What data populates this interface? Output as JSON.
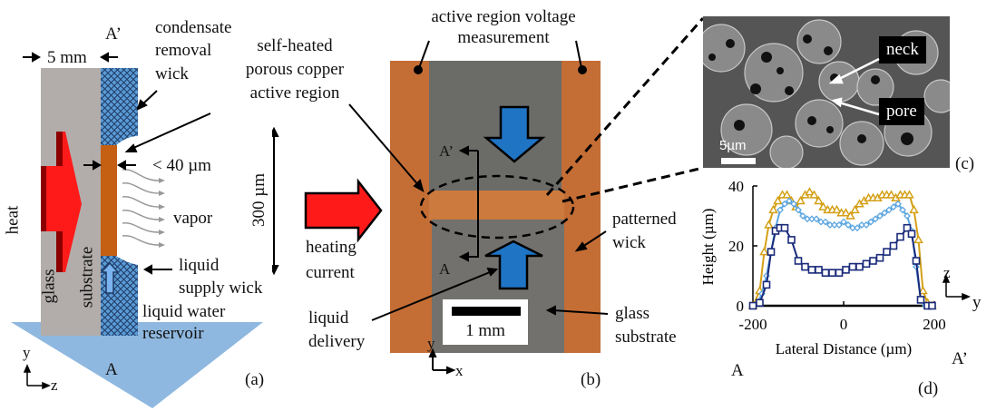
{
  "figure": {
    "panel_labels": {
      "a": "(a)",
      "b": "(b)",
      "c": "(c)",
      "d": "(d)"
    },
    "colors": {
      "glass": "#b2adab",
      "copper": "#c55f12",
      "wick_blue": "#5b9bd5",
      "reservoir": "#8fb8e0",
      "heat_red": "#ff1a1a",
      "heat_dark": "#8b0000",
      "delivery_blue": "#1f74c4",
      "photo_copper": "#c97a3c",
      "photo_glass": "#6b6b68"
    }
  },
  "panel_a": {
    "section_top": "A’",
    "section_bottom": "A",
    "width_label": "5 mm",
    "condensate": [
      "condensate",
      "removal",
      "wick"
    ],
    "thickness_label": "< 40 µm",
    "heat_label": "heat",
    "vapor_label": "vapor",
    "glass_label": [
      "glass",
      "substrate"
    ],
    "supply_label": [
      "liquid",
      "supply wick"
    ],
    "reservoir_label": [
      "liquid water",
      "reservoir"
    ],
    "axis_y": "y",
    "axis_z": "z"
  },
  "middle": {
    "active_region": [
      "self-heated",
      "porous copper",
      "active region"
    ],
    "height_label": "300 µm",
    "heating": [
      "heating",
      "current"
    ],
    "delivery": [
      "liquid",
      "delivery"
    ]
  },
  "panel_b": {
    "voltage": [
      "active region voltage",
      "measurement"
    ],
    "section_top": "A’",
    "section_bottom": "A",
    "scale_bar": "1 mm",
    "patterned": [
      "patterned",
      "wick"
    ],
    "glass": [
      "glass",
      "substrate"
    ],
    "axis_y": "y",
    "axis_x": "x"
  },
  "panel_c": {
    "neck": "neck",
    "pore": "pore",
    "scale_bar": "5µm"
  },
  "panel_d": {
    "section_left": "A",
    "section_right": "A’",
    "axis_z": "z",
    "axis_y": "y"
  },
  "chart_data": {
    "type": "line",
    "title": "",
    "xlabel": "Lateral Distance (µm)",
    "ylabel": "Height (µm)",
    "xlim": [
      -200,
      200
    ],
    "ylim": [
      0,
      40
    ],
    "xticks": [
      "-200",
      "0",
      "200"
    ],
    "yticks": [
      "0",
      "20",
      "40"
    ],
    "grid": false,
    "legend": "none",
    "series": [
      {
        "name": "triangle-series",
        "marker": "triangle",
        "color": "#d4a017",
        "x": [
          -200,
          -185,
          -175,
          -165,
          -155,
          -145,
          -135,
          -125,
          -115,
          -105,
          -95,
          -85,
          -75,
          -65,
          -55,
          -45,
          -35,
          -25,
          -15,
          -5,
          5,
          15,
          25,
          35,
          45,
          55,
          65,
          75,
          85,
          95,
          105,
          115,
          125,
          135,
          145,
          155,
          165,
          175,
          185,
          195
        ],
        "y": [
          0,
          5,
          18,
          27,
          32,
          35,
          37,
          37,
          35,
          33,
          35,
          37,
          38,
          37,
          35,
          33,
          32,
          32,
          32,
          31,
          31,
          30,
          32,
          34,
          35,
          36,
          36,
          36,
          37,
          37,
          37,
          36,
          37,
          37,
          37,
          32,
          22,
          5,
          1,
          0
        ]
      },
      {
        "name": "diamond-series",
        "marker": "diamond",
        "color": "#5aa5e0",
        "x": [
          -200,
          -190,
          -180,
          -170,
          -160,
          -150,
          -140,
          -130,
          -120,
          -110,
          -100,
          -90,
          -80,
          -70,
          -60,
          -50,
          -40,
          -30,
          -20,
          -10,
          0,
          10,
          20,
          30,
          40,
          50,
          60,
          70,
          80,
          90,
          100,
          110,
          120,
          130,
          140,
          150,
          160,
          170,
          180
        ],
        "y": [
          0,
          1,
          4,
          10,
          18,
          26,
          32,
          34,
          35,
          34,
          32,
          30,
          29,
          29,
          29,
          28,
          28,
          27,
          27,
          27,
          28,
          27,
          26,
          26,
          27,
          27,
          28,
          29,
          30,
          31,
          32,
          33,
          34,
          32,
          30,
          25,
          13,
          2,
          0
        ]
      },
      {
        "name": "square-series",
        "marker": "square",
        "color": "#1a2a7a",
        "x": [
          -200,
          -185,
          -170,
          -160,
          -150,
          -140,
          -130,
          -115,
          -100,
          -85,
          -70,
          -55,
          -40,
          -25,
          -10,
          5,
          20,
          35,
          50,
          65,
          80,
          95,
          110,
          125,
          140,
          150,
          160,
          170,
          185,
          195
        ],
        "y": [
          0,
          1,
          7,
          18,
          25,
          26,
          26,
          22,
          15,
          13,
          12,
          12,
          11,
          11,
          11,
          12,
          13,
          13,
          14,
          15,
          16,
          18,
          20,
          23,
          26,
          24,
          15,
          2,
          0,
          0
        ]
      }
    ]
  }
}
